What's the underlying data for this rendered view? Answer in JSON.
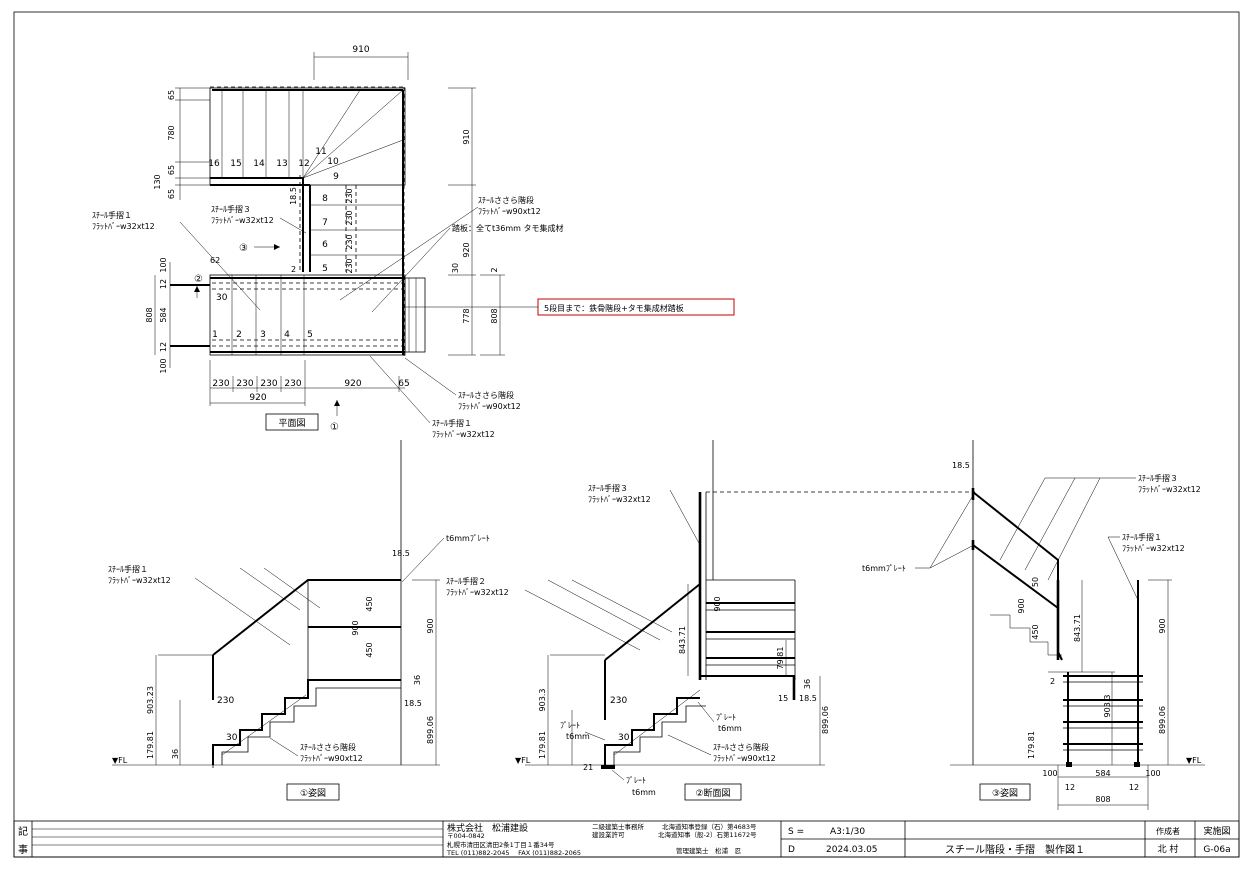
{
  "plan": {
    "dim_top": "910",
    "dims_left": [
      "65",
      "780",
      "65",
      "130",
      "65"
    ],
    "dims_right": [
      "910",
      "920",
      "778"
    ],
    "dim_right_30": "30",
    "dim_right_2": "2",
    "dim_right_808": "808",
    "dims_left_lower": [
      "100",
      "12",
      "584",
      "808",
      "12",
      "100"
    ],
    "dim_62": "62",
    "dim_2": "2",
    "dim_30": "30",
    "dims_vert_230": [
      "230",
      "230",
      "230",
      "230"
    ],
    "dim_18_5": "18.5",
    "dims_bottom": [
      "230",
      "230",
      "230",
      "230",
      "920",
      "65"
    ],
    "dim_bottom_total": "920",
    "steps_upper": [
      "16",
      "15",
      "14",
      "13",
      "12",
      "11",
      "10",
      "9"
    ],
    "steps_mid": [
      "8",
      "7",
      "6",
      "5"
    ],
    "steps_lower": [
      "1",
      "2",
      "3",
      "4",
      "5"
    ],
    "view_mark_1": "①",
    "view_mark_2": "②",
    "view_mark_3": "③",
    "label_handrail1_a": "ｽﾁｰﾙ手摺１",
    "label_handrail1_b": "ﾌﾗｯﾄﾊﾞｰw32xt12",
    "label_handrail3_a": "ｽﾁｰﾙ手摺３",
    "label_handrail3_b": "ﾌﾗｯﾄﾊﾞｰw32xt12",
    "label_stringer_a": "ｽﾁｰﾙささら階段",
    "label_stringer_b": "ﾌﾗｯﾄﾊﾞｰw90xt12",
    "label_tread": "踏板：全てt36mm タモ集成材",
    "label_note_red": "5段目まで：鉄骨階段+タモ集成材踏板",
    "label_stringer2_a": "ｽﾁｰﾙささら階段",
    "label_stringer2_b": "ﾌﾗｯﾄﾊﾞｰw90xt12",
    "label_handrail1b_a": "ｽﾁｰﾙ手摺１",
    "label_handrail1b_b": "ﾌﾗｯﾄﾊﾞｰw32xt12",
    "title": "平面図"
  },
  "elev1": {
    "label_handrail1_a": "ｽﾁｰﾙ手摺１",
    "label_handrail1_b": "ﾌﾗｯﾄﾊﾞｰw32xt12",
    "label_plate": "t6mmﾌﾟﾚｰﾄ",
    "dim_18_5": "18.5",
    "dims_vert": [
      "450",
      "900",
      "450"
    ],
    "dim_900": "900",
    "dim_903": "903.23",
    "dim_179": "179.81",
    "dim_36a": "36",
    "dim_36b": "36",
    "dim_18_5b": "18.5",
    "dim_899": "899.06",
    "dim_230": "230",
    "dim_30": "30",
    "label_stringer_a": "ｽﾁｰﾙささら階段",
    "label_stringer_b": "ﾌﾗｯﾄﾊﾞｰw90xt12",
    "fl": "▼FL",
    "title": "①姿図"
  },
  "elev2": {
    "label_handrail3_a": "ｽﾁｰﾙ手摺３",
    "label_handrail3_b": "ﾌﾗｯﾄﾊﾞｰw32xt12",
    "label_handrail2_a": "ｽﾁｰﾙ手摺２",
    "label_handrail2_b": "ﾌﾗｯﾄﾊﾞｰw32xt12",
    "dim_900": "900",
    "dim_843": "843.71",
    "dim_79": "79.81",
    "dim_903": "903.3",
    "dim_179": "179.81",
    "dim_36": "36",
    "dim_18_5": "18.5",
    "dim_15": "15",
    "dim_899": "899.06",
    "dim_230": "230",
    "dim_30": "30",
    "dim_21": "21",
    "label_plate_a": "ﾌﾟﾚｰﾄ",
    "label_plate_b": "t6mm",
    "label_plate2_a": "ﾌﾟﾚｰﾄ",
    "label_plate2_b": "t6mm",
    "label_plate3_a": "ﾌﾟﾚｰﾄ",
    "label_plate3_b": "t6mm",
    "label_stringer_a": "ｽﾁｰﾙささら階段",
    "label_stringer_b": "ﾌﾗｯﾄﾊﾞｰw90xt12",
    "fl": "▼FL",
    "title": "②断面図"
  },
  "elev3": {
    "dim_18_5": "18.5",
    "label_handrail3_a": "ｽﾁｰﾙ手摺３",
    "label_handrail3_b": "ﾌﾗｯﾄﾊﾞｰw32xt12",
    "label_handrail1_a": "ｽﾁｰﾙ手摺１",
    "label_handrail1_b": "ﾌﾗｯﾄﾊﾞｰw32xt12",
    "label_plate": "t6mmﾌﾟﾚｰﾄ",
    "dim_50": "50",
    "dim_900a": "900",
    "dim_450": "450",
    "dim_843": "843.71",
    "dim_900b": "900",
    "dim_2": "2",
    "dim_903": "903.3",
    "dim_899": "899.06",
    "dim_179": "179.81",
    "dims_bottom": [
      "100",
      "584",
      "100"
    ],
    "dims_bottom2": [
      "12",
      "12"
    ],
    "dim_808": "808",
    "fl": "▼FL",
    "title": "③姿図"
  },
  "titleblock": {
    "remarks_label_1": "記",
    "remarks_label_2": "事",
    "company": "株式会社　松浦建設",
    "postal": "〒004-0842",
    "address": "札幌市清田区清田2条1丁目１番34号",
    "tel": "TEL (011)882-2045　 FAX (011)882-2065",
    "office1": "二級建築士事務所",
    "office1_reg": "北海道知事登録（石）第4683号",
    "office2": "建設業許可",
    "office2_reg": "北海道知事（般-2）石第11672号",
    "architect": "管理建築士　松浦　忍",
    "scale_label": "S =",
    "scale": "A3:1/30",
    "date_label": "D",
    "date": "2024.03.05",
    "drawing_title": "スチール階段・手摺　製作図１",
    "author_label": "作成者",
    "author": "北 村",
    "category": "実施図",
    "sheet_no": "G-06a"
  }
}
